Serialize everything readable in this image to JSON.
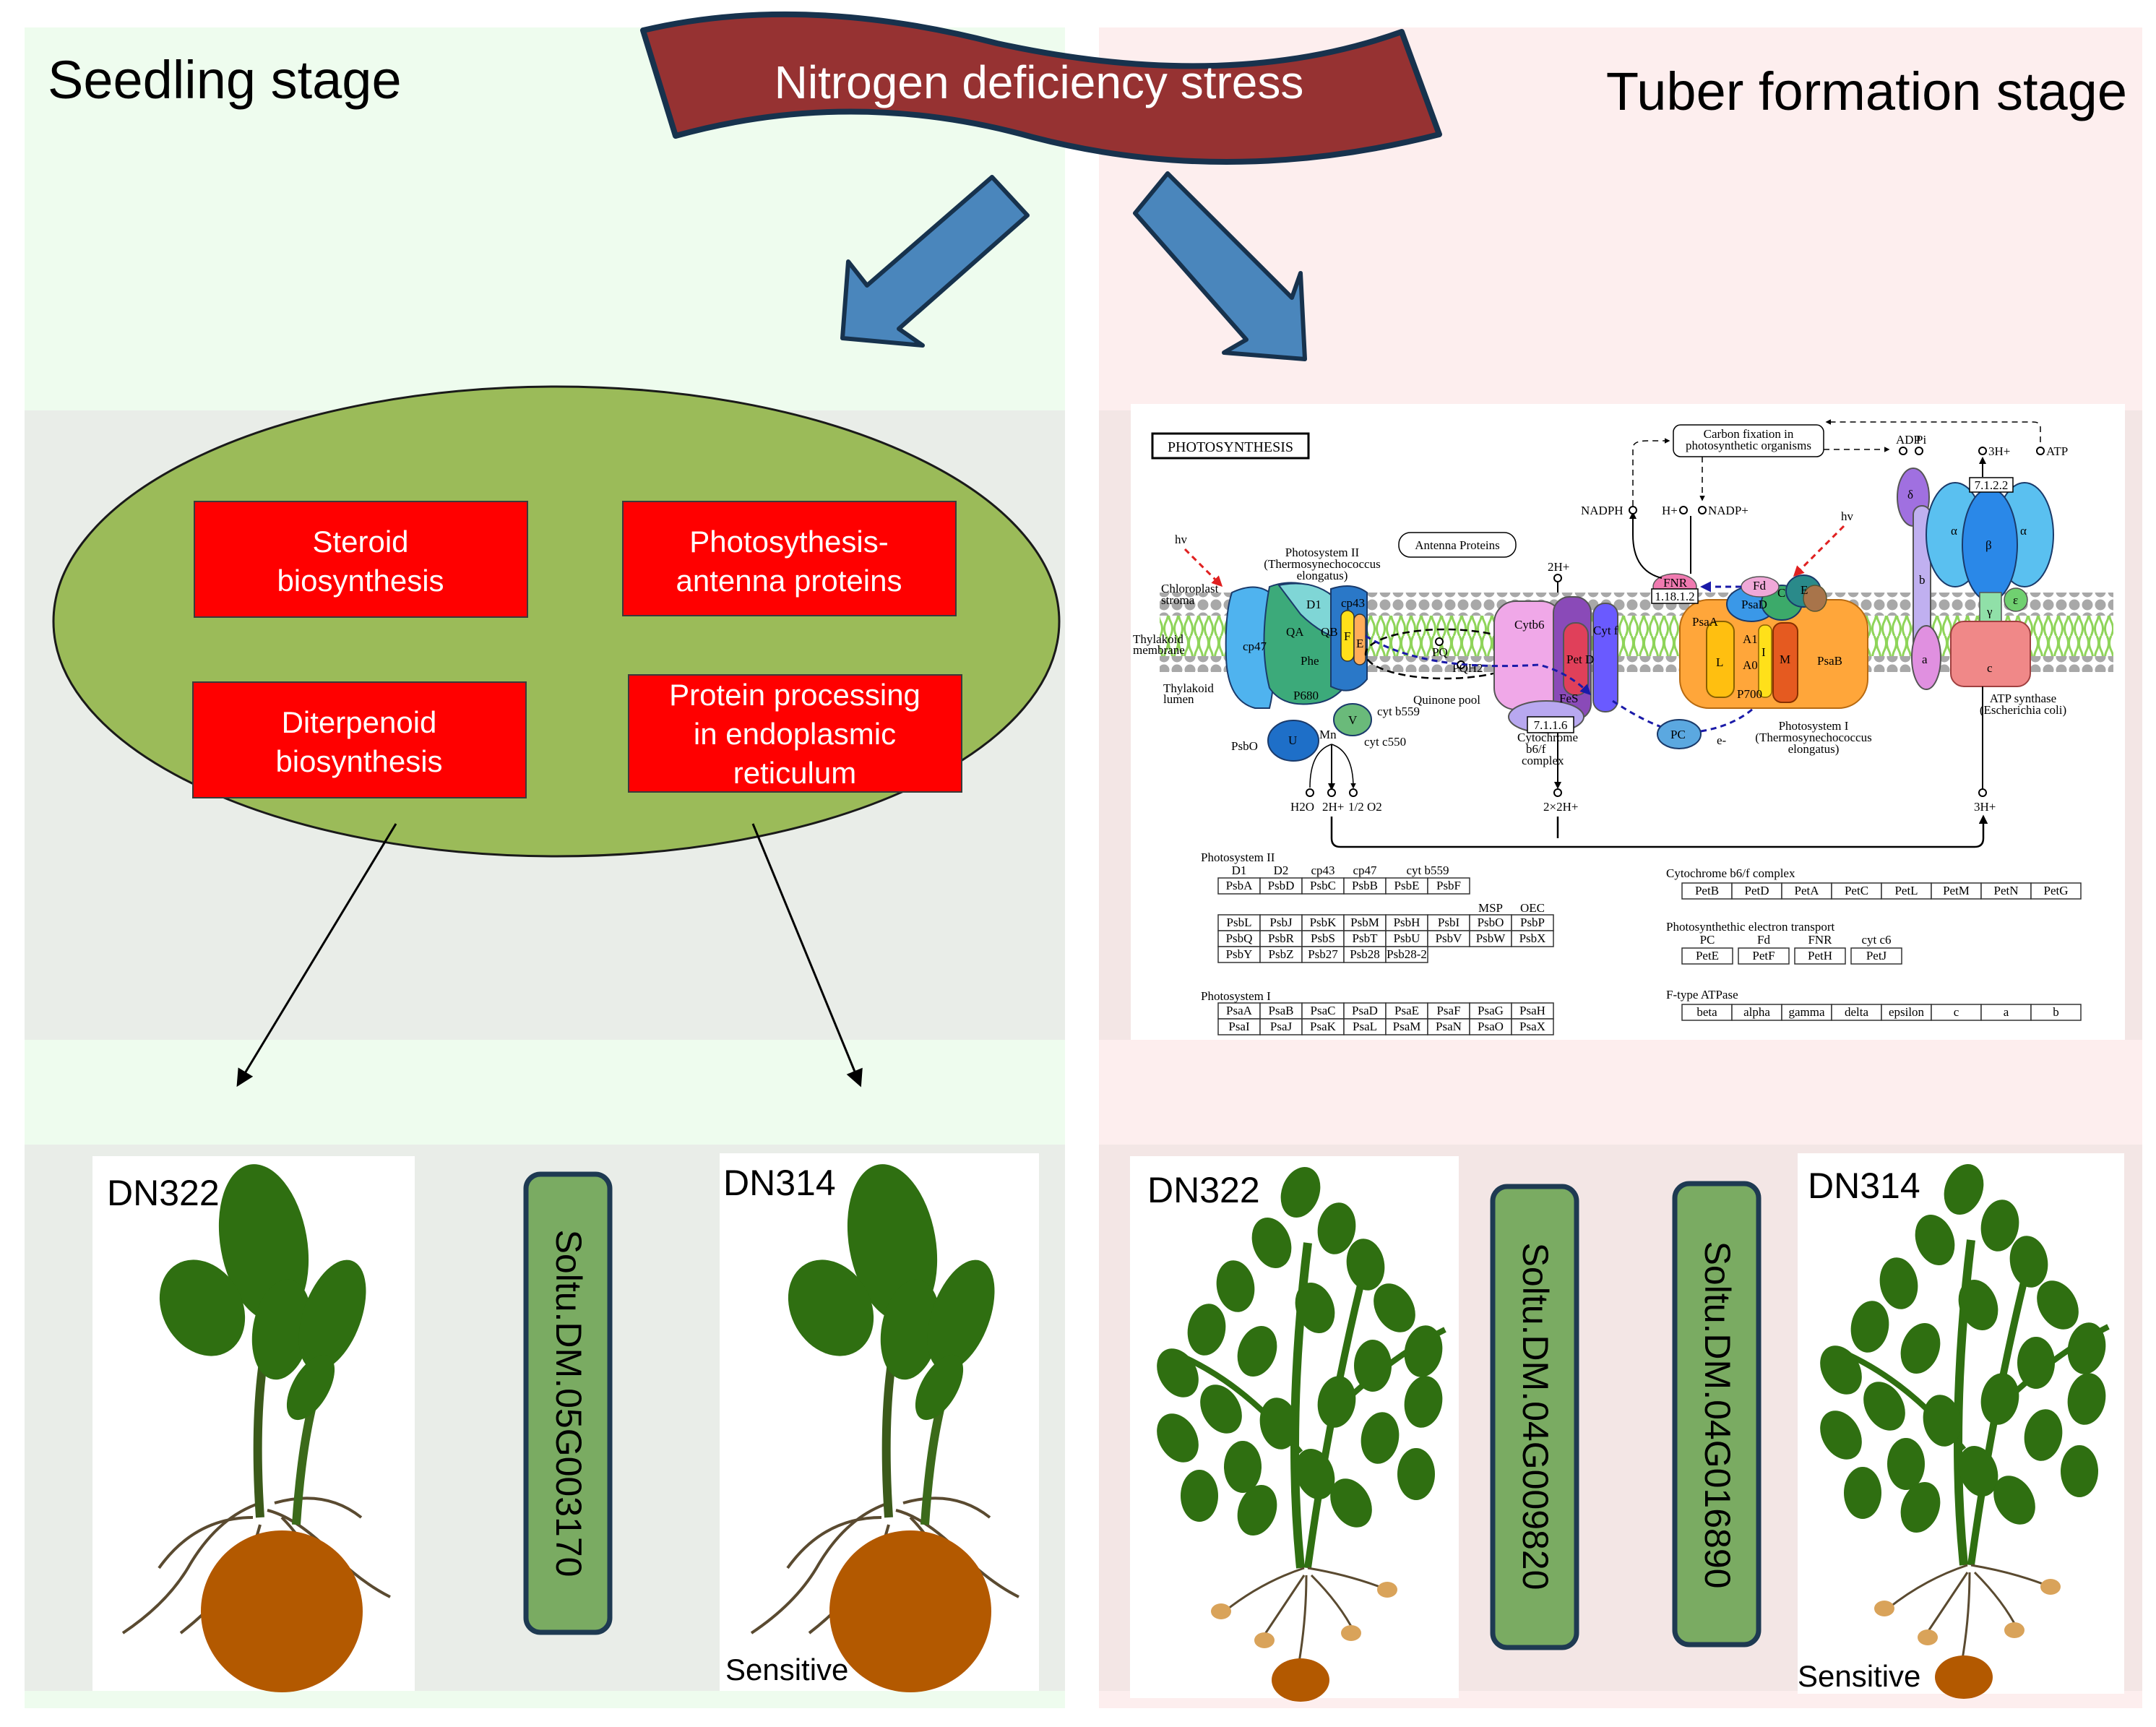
{
  "banner": {
    "label": "Nitrogen deficiency stress",
    "fill": "#963232",
    "stroke": "#17324d"
  },
  "colors": {
    "seedling_bg": "#eefcee",
    "seedling_band": "#e9ede8",
    "tuber_bg": "#fdeeee",
    "tuber_band": "#f3e6e5",
    "ellipse": "#9bbb59",
    "pathway_box": "#ff0000",
    "arrow_fill": "#4a86bc",
    "gene_box": "#7aab62",
    "gene_box_border": "#1e3a52",
    "leaf": "#2f6f11",
    "tuber": "#b35900",
    "small_tuber": "#d9a35a"
  },
  "seedling": {
    "title": "Seedling stage",
    "pathways": [
      {
        "line1": "Steroid",
        "line2": "biosynthesis",
        "line3": ""
      },
      {
        "line1": "Photosythesis-",
        "line2": "antenna proteins",
        "line3": ""
      },
      {
        "line1": "Diterpenoid",
        "line2": "biosynthesis",
        "line3": ""
      },
      {
        "line1": "Protein processing",
        "line2": "in endoplasmic",
        "line3": "reticulum"
      }
    ],
    "plants": [
      {
        "label": "DN322",
        "note": ""
      },
      {
        "label": "DN314",
        "note": "Sensitive"
      }
    ],
    "genes": [
      "Soltu.DM.05G003170"
    ]
  },
  "tuber": {
    "title": "Tuber formation stage",
    "plants": [
      {
        "label": "DN322",
        "note": ""
      },
      {
        "label": "DN314",
        "note": "Sensitive"
      }
    ],
    "genes": [
      "Soltu.DM.04G009820",
      "Soltu.DM.04G016890"
    ]
  },
  "kegg": {
    "title": "PHOTOSYNTHESIS",
    "labels": {
      "carbon_fixation_1": "Carbon fixation in",
      "carbon_fixation_2": "photosynthetic organisms",
      "antenna": "Antenna Proteins",
      "hv": "hv",
      "ps2_1": "Photosystem II",
      "ps2_2": "(Thermosynechococcus",
      "ps2_3": "elongatus)",
      "ps1_1": "Photosystem I",
      "ps1_2": "(Thermosynechococcus",
      "ps1_3": "elongatus)",
      "stroma_1": "Chloroplast",
      "stroma_2": "stroma",
      "membrane_1": "Thylakoid",
      "membrane_2": "membrane",
      "lumen_1": "Thylakoid",
      "lumen_2": "lumen",
      "quinone": "Quinone pool",
      "pq": "PQ",
      "pqh2": "PQH2",
      "cytb6f_1": "Cytochrome",
      "cytb6f_2": "b6/f",
      "cytb6f_3": "complex",
      "atp_1": "ATP synthase",
      "atp_2": "(Escherichia coli)",
      "nadph": "NADPH",
      "hplus": "H+",
      "nadp": "NADP+",
      "adp": "ADP",
      "pi": "Pi",
      "h3top": "3H+",
      "atp": "ATP",
      "h2o": "H2O",
      "h2": "2H+",
      "o2": "1/2 O2",
      "h2top": "2H+",
      "h22": "2×2H+",
      "h3bot": "3H+",
      "ec_fnr": "1.18.1.2",
      "ec_cyt": "7.1.1.6",
      "ec_atp": "7.1.2.2",
      "fnr": "FNR",
      "fd": "Fd",
      "pc": "PC",
      "e_minus": "e-",
      "cp47": "cp47",
      "cp43": "cp43",
      "d1": "D1",
      "qa": "QA",
      "qb": "QB",
      "phe": "Phe",
      "p680": "P680",
      "psbo": "PsbO",
      "u": "U",
      "v": "V",
      "f": "F",
      "e": "E",
      "mn": "Mn",
      "cytb559": "cyt b559",
      "cytc550": "cyt c550",
      "cytb6": "Cytb6",
      "petd": "Pet D",
      "cytf": "Cyt f",
      "fes": "FeS",
      "psaa": "PsaA",
      "psab": "PsaB",
      "psad": "PsaD",
      "l": "L",
      "m": "M",
      "i": "I",
      "c": "C",
      "a1": "A1",
      "a0": "A0",
      "p700": "P700",
      "alpha": "α",
      "beta": "β",
      "gamma": "γ",
      "delta": "δ",
      "epsilon": "ε",
      "sub_a": "a",
      "sub_b": "b",
      "sub_c": "c"
    },
    "tables": {
      "ps2": {
        "title": "Photosystem II",
        "header1": [
          "D1",
          "D2",
          "cp43",
          "cp47",
          "cyt b559"
        ],
        "row1": [
          "PsbA",
          "PsbD",
          "PsbC",
          "PsbB",
          "PsbE",
          "PsbF"
        ],
        "header2": [
          "MSP",
          "OEC"
        ],
        "rows": [
          [
            "PsbL",
            "PsbJ",
            "PsbK",
            "PsbM",
            "PsbH",
            "PsbI",
            "PsbO",
            "PsbP"
          ],
          [
            "PsbQ",
            "PsbR",
            "PsbS",
            "PsbT",
            "PsbU",
            "PsbV",
            "PsbW",
            "PsbX"
          ],
          [
            "PsbY",
            "PsbZ",
            "Psb27",
            "Psb28",
            "Psb28-2"
          ]
        ]
      },
      "ps1": {
        "title": "Photosystem I",
        "rows": [
          [
            "PsaA",
            "PsaB",
            "PsaC",
            "PsaD",
            "PsaE",
            "PsaF",
            "PsaG",
            "PsaH"
          ],
          [
            "PsaI",
            "PsaJ",
            "PsaK",
            "PsaL",
            "PsaM",
            "PsaN",
            "PsaO",
            "PsaX"
          ]
        ]
      },
      "cytb6f": {
        "title": "Cytochrome b6/f complex",
        "rows": [
          [
            "PetB",
            "PetD",
            "PetA",
            "PetC",
            "PetL",
            "PetM",
            "PetN",
            "PetG"
          ]
        ]
      },
      "pet": {
        "title": "Photosynthethic electron transport",
        "headers": [
          "PC",
          "Fd",
          "FNR",
          "cyt c6"
        ],
        "cells": [
          "PetE",
          "PetF",
          "PetH",
          "PetJ"
        ]
      },
      "atpase": {
        "title": "F-type ATPase",
        "rows": [
          [
            "beta",
            "alpha",
            "gamma",
            "delta",
            "epsilon",
            "c",
            "a",
            "b"
          ]
        ]
      }
    }
  }
}
